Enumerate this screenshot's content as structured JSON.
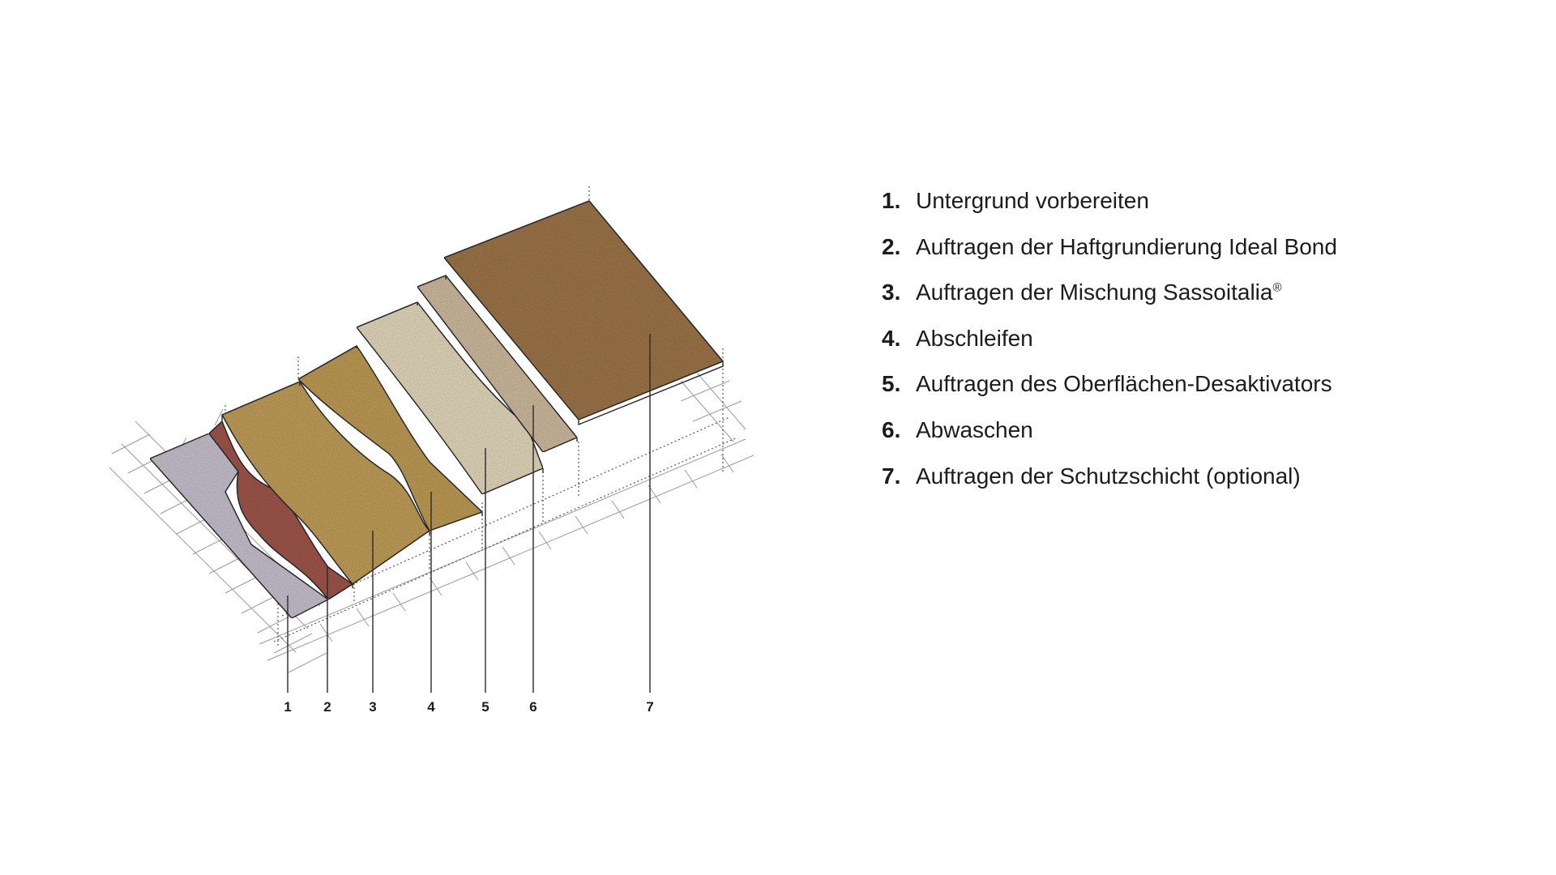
{
  "diagram": {
    "layer_numbers": [
      "1",
      "2",
      "3",
      "4",
      "5",
      "6",
      "7"
    ]
  },
  "steps": [
    {
      "num": "1.",
      "text": "Untergrund vorbereiten"
    },
    {
      "num": "2.",
      "text": "Auftragen der Haftgrundierung Ideal Bond"
    },
    {
      "num": "3.",
      "text": "Auftragen der Mischung Sassoitalia",
      "sup": "®"
    },
    {
      "num": "4.",
      "text": "Abschleifen"
    },
    {
      "num": "5.",
      "text": "Auftragen des Oberflächen-Desaktivators"
    },
    {
      "num": "6.",
      "text": "Abwaschen"
    },
    {
      "num": "7.",
      "text": "Auftragen der Schutzschicht (optional)"
    }
  ],
  "colors": {
    "substrate": "#cfc9d6",
    "primer": "#a65a4f",
    "mix": "#c9a55e",
    "sanded": "#c6a25a",
    "deactivator": "#ece1c4",
    "washed": "#d7c2a6",
    "protective": "#a47a4c",
    "line": "#2a2a2a",
    "text": "#1c1c1c"
  }
}
